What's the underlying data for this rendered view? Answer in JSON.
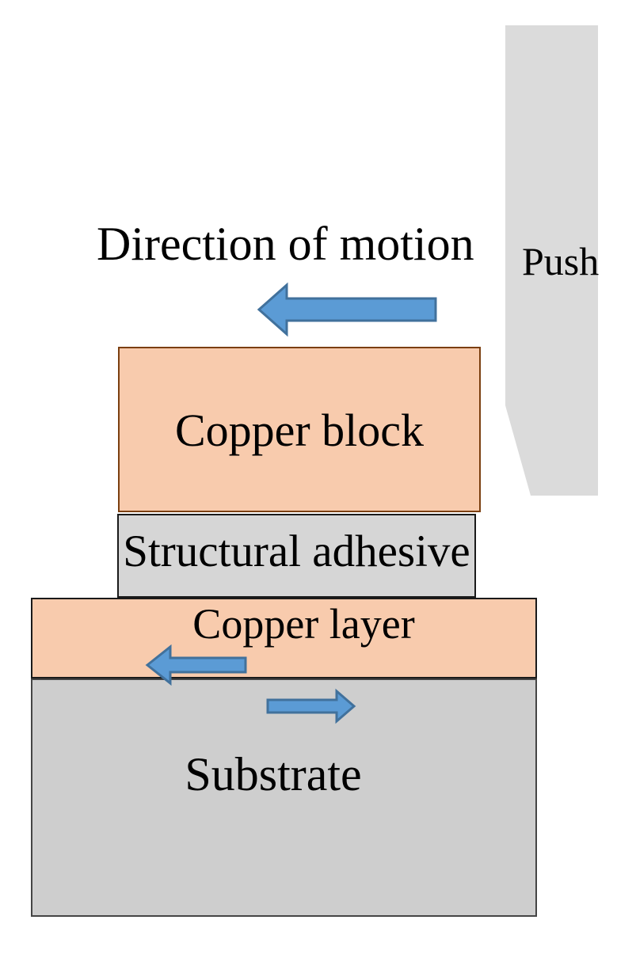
{
  "diagram": {
    "annotations": {
      "direction_of_motion": "Direction of motion",
      "push": "Push"
    },
    "layers": [
      {
        "id": "copper_block",
        "label": "Copper block"
      },
      {
        "id": "structural_adhesive",
        "label": "Structural adhesive"
      },
      {
        "id": "copper_layer",
        "label": "Copper layer"
      },
      {
        "id": "substrate",
        "label": "Substrate"
      }
    ],
    "arrows": [
      {
        "id": "direction_of_motion_arrow",
        "direction": "left",
        "location": "above copper block"
      },
      {
        "id": "copper_layer_arrow",
        "direction": "left",
        "location": "inside copper layer"
      },
      {
        "id": "substrate_arrow",
        "direction": "right",
        "location": "inside substrate"
      }
    ],
    "colors": {
      "copper_fill": "#F8CBAD",
      "copper_block_border": "#7B3F10",
      "adhesive_fill": "#D6D6D6",
      "substrate_fill": "#CECECE",
      "push_bar_fill": "#DBDBDB",
      "dark_border": "#1A1A1A",
      "substrate_border": "#454545",
      "arrow_fill": "#5B9BD5",
      "arrow_stroke": "#41719C",
      "text_color": "#000000"
    }
  }
}
